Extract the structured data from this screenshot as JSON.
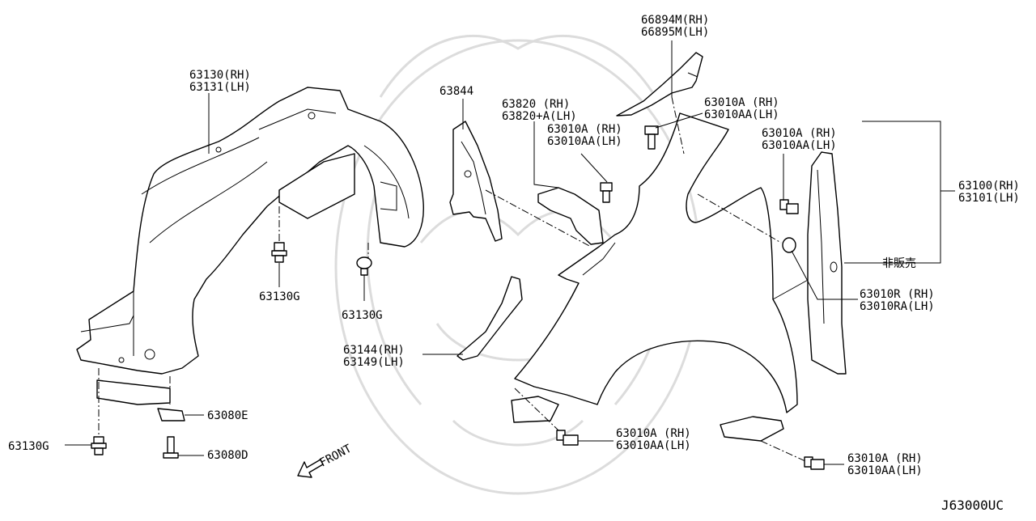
{
  "labels": {
    "p66894": "66894M(RH)",
    "p66895": "66895M(LH)",
    "p63130rh": "63130(RH)",
    "p63131lh": "63131(LH)",
    "p63844": "63844",
    "p63820rh": "63820  (RH)",
    "p63820lh": "63820+A(LH)",
    "p63010a_top_rh": "63010A (RH)",
    "p63010aa_top_lh": "63010AA(LH)",
    "p63010a_mid_rh": "63010A  (RH)",
    "p63010aa_mid_lh": "63010AA(LH)",
    "p63010a_right_rh": "63010A  (RH)",
    "p63010aa_right_lh": "63010AA(LH)",
    "p63100rh": "63100(RH)",
    "p63101lh": "63101(LH)",
    "not_for_sale": "非販売",
    "p63010r_rh": "63010R  (RH)",
    "p63010ra_lh": "63010RA(LH)",
    "p63130g_a": "63130G",
    "p63130g_b": "63130G",
    "p63144rh": "63144(RH)",
    "p63149lh": "63149(LH)",
    "p63080e": "63080E",
    "p63130g_c": "63130G",
    "p63080d": "63080D",
    "p63010a_bot1_rh": "63010A  (RH)",
    "p63010aa_bot1_lh": "63010AA(LH)",
    "p63010a_bot2_rh": "63010A  (RH)",
    "p63010aa_bot2_lh": "63010AA(LH)",
    "front": "FRONT",
    "diagram_code": "J63000UC"
  }
}
